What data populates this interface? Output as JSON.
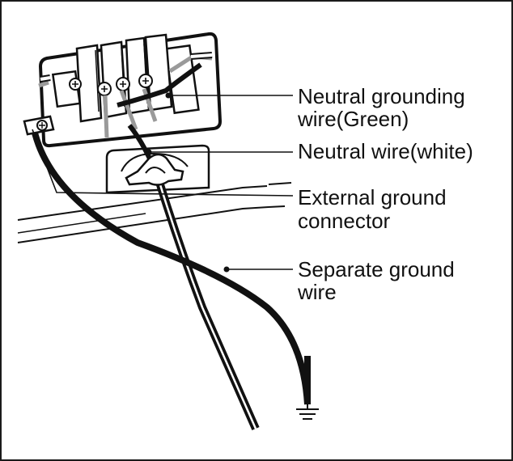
{
  "labels": {
    "neutral_grounding_wire": {
      "line1": "Neutral grounding",
      "line2": "wire(Green)"
    },
    "neutral_wire": {
      "line1": "Neutral wire(white)"
    },
    "external_ground_connector": {
      "line1": "External ground",
      "line2": "connector"
    },
    "separate_ground_wire": {
      "line1": "Separate ground",
      "line2": "wire"
    }
  },
  "colors": {
    "line": "#111111",
    "wire_gray": "#9a9a9a",
    "background": "#ffffff"
  },
  "icons": [
    "ground-symbol-icon",
    "screw-icon"
  ]
}
